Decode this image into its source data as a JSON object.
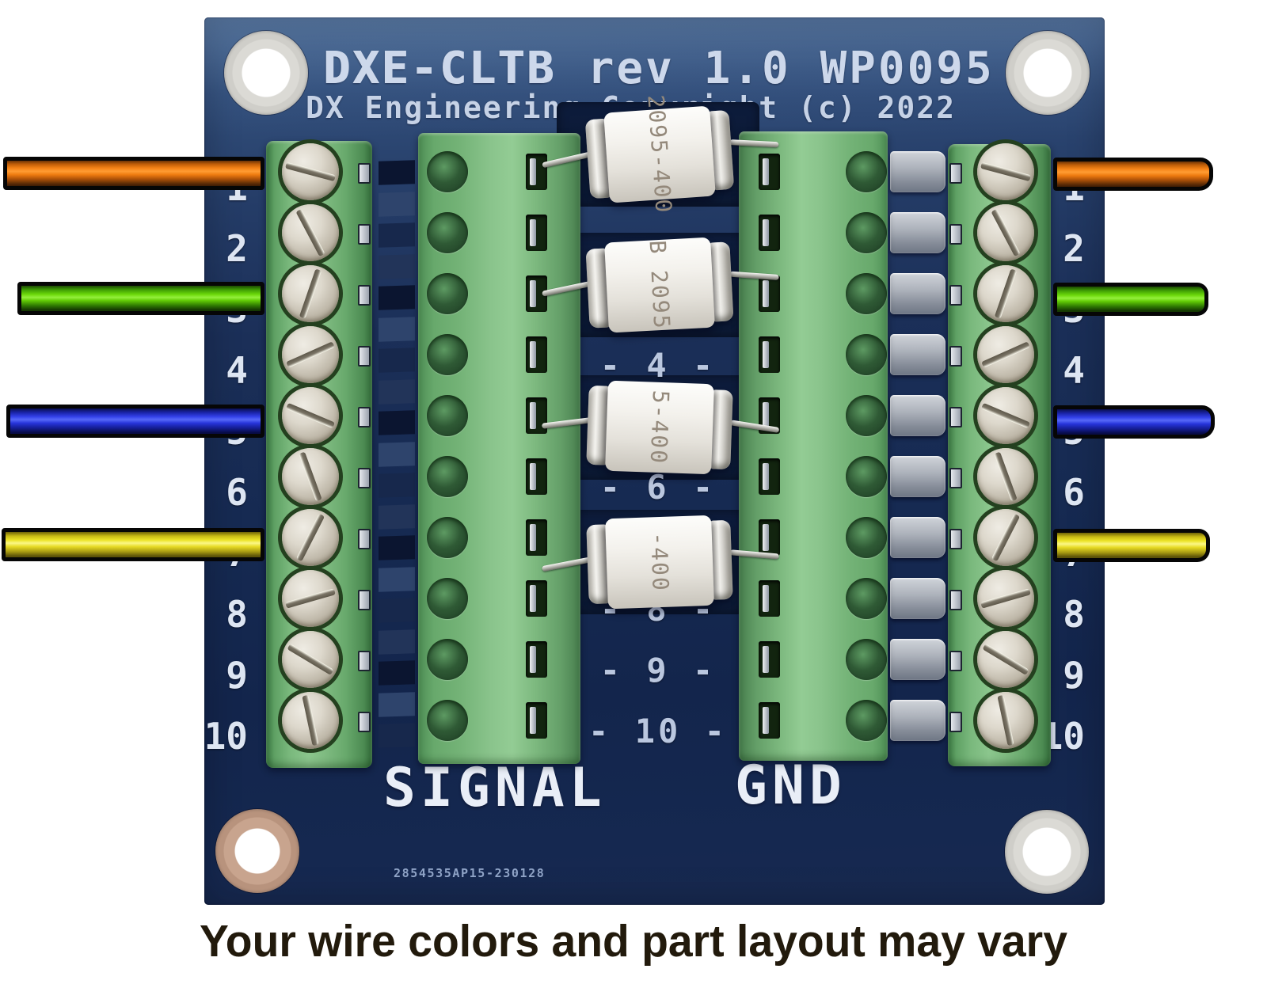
{
  "board": {
    "title_model": "DXE-CLTB",
    "title_rev": "rev 1.0 WP0095",
    "subtitle": "DX Engineering Copyright (c) 2022",
    "signal_label": "SIGNAL",
    "gnd_label": "GND",
    "serial": "2854535AP15-230128",
    "pcb_color": "#1b2f58",
    "silkscreen_color": "#d3ddee",
    "connector_color": "#74b377"
  },
  "pin_numbers": [
    "1",
    "2",
    "3",
    "4",
    "5",
    "6",
    "7",
    "8",
    "9",
    "10"
  ],
  "center_row_labels": {
    "r4": "- 4 -",
    "r6": "- 6 -",
    "r8": "- 8 -",
    "r9": "- 9 -",
    "r10": "- 10 -"
  },
  "gdt_tubes": [
    {
      "label": "2095-400"
    },
    {
      "label": "B 2095"
    },
    {
      "label": "5-400"
    },
    {
      "label": "-400"
    }
  ],
  "wires": {
    "left": [
      {
        "pin": "1",
        "color": "orange",
        "hex": "#f07d12"
      },
      {
        "pin": "3",
        "color": "green",
        "hex": "#5ed108"
      },
      {
        "pin": "5",
        "color": "blue",
        "hex": "#2634da"
      },
      {
        "pin": "7",
        "color": "yellow",
        "hex": "#e8da24"
      }
    ],
    "right": [
      {
        "pin": "1",
        "color": "orange",
        "hex": "#f07d12"
      },
      {
        "pin": "3",
        "color": "green",
        "hex": "#5ed108"
      },
      {
        "pin": "5",
        "color": "blue",
        "hex": "#2634da"
      },
      {
        "pin": "7",
        "color": "yellow",
        "hex": "#e8da24"
      }
    ]
  },
  "photo": {
    "caption": "Your wire colors and part layout may vary"
  }
}
